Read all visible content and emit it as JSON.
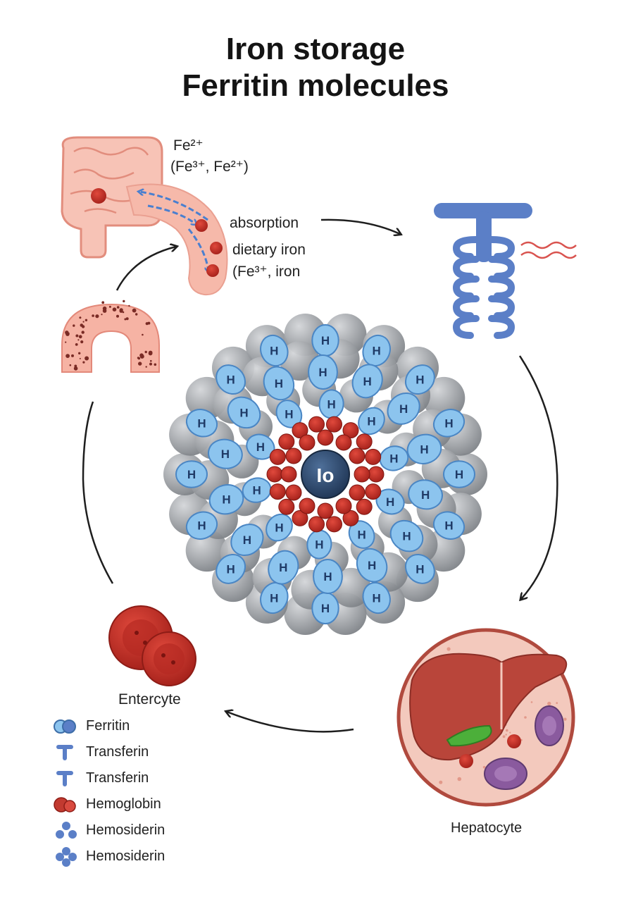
{
  "title": {
    "line1": "Iron storage",
    "line2": "Ferritin molecules"
  },
  "intestine_labels": {
    "fe2": "Fe²⁺",
    "fe_pair": "(Fe³⁺, Fe²⁺)",
    "absorption": "absorption",
    "dietary_iron": "dietary iron",
    "fe3_iron": "(Fe³⁺, iron"
  },
  "ferritin_core_label": "Io",
  "subunit_letter": "H",
  "enterocyte_label": "Entercyte",
  "hepatocyte_label": "Hepatocyte",
  "legend": [
    {
      "label": "Ferritin",
      "icon": "ferritin-icon"
    },
    {
      "label": "Transferin",
      "icon": "transferrin-icon"
    },
    {
      "label": "Transferin",
      "icon": "transferrin-icon"
    },
    {
      "label": "Hemoglobin",
      "icon": "hemoglobin-icon"
    },
    {
      "label": "Hemosiderin",
      "icon": "hemosiderin-icon"
    },
    {
      "label": "Hemosiderin",
      "icon": "hemosiderin-icon"
    }
  ],
  "colors": {
    "gut": "#f4b4a4",
    "gut_dark": "#e08a7a",
    "blue_arrow": "#4a7fcf",
    "transferrin": "#5b7fc7",
    "ferritin_light": "#8cc4ee",
    "ferritin_gray": "#9a9ea3",
    "iron_red": "#c23a30",
    "core": "#2a4466",
    "liver": "#b8443a",
    "gall": "#4caf3a",
    "cell_purple": "#8a5a9e"
  }
}
